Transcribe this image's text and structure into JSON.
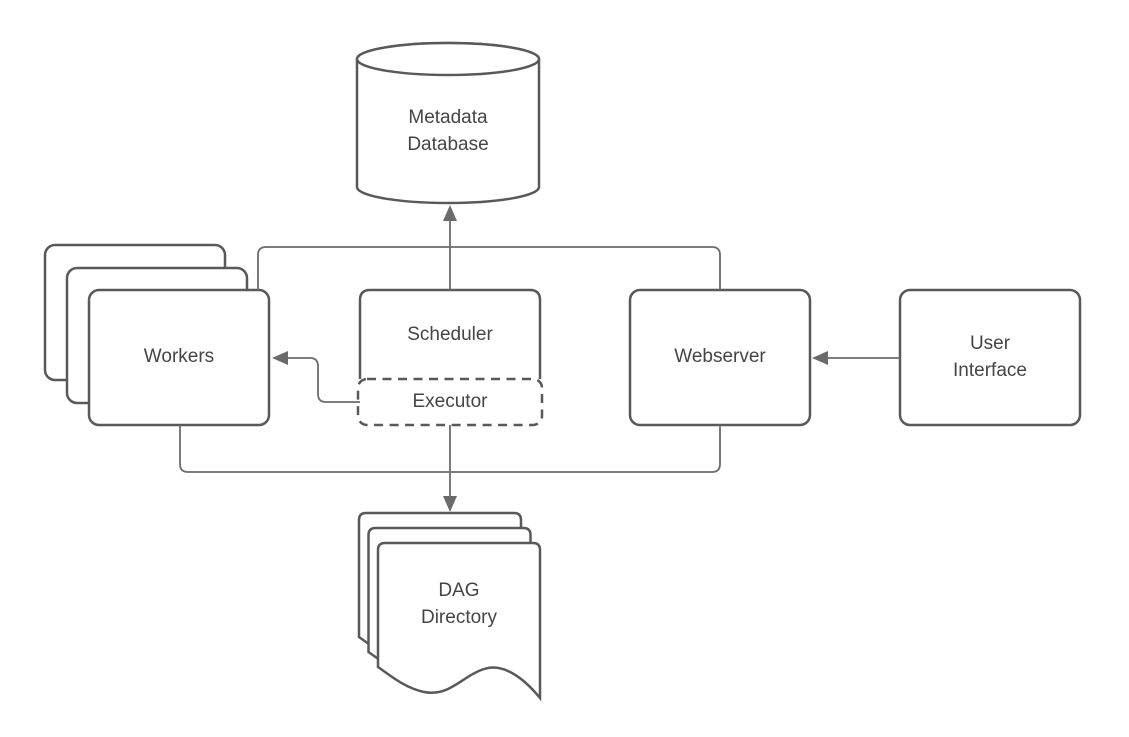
{
  "diagram": {
    "kind": "architecture-diagram",
    "nodes": {
      "metadata_database": {
        "label": "Metadata\nDatabase",
        "shape": "cylinder"
      },
      "workers": {
        "label": "Workers",
        "shape": "stacked-rounded-rectangles",
        "stack_count": 3
      },
      "scheduler": {
        "label": "Scheduler",
        "shape": "rounded-rectangle"
      },
      "executor": {
        "label": "Executor",
        "shape": "dashed-rounded-rectangle",
        "nested_in": "scheduler"
      },
      "webserver": {
        "label": "Webserver",
        "shape": "rounded-rectangle"
      },
      "user_interface": {
        "label": "User\nInterface",
        "shape": "rounded-rectangle"
      },
      "dag_directory": {
        "label": "DAG\nDirectory",
        "shape": "stacked-documents",
        "stack_count": 3
      }
    },
    "edges": [
      {
        "from": "scheduler",
        "to": "metadata_database",
        "arrowhead": "to"
      },
      {
        "from": "workers",
        "to": "metadata_database",
        "arrowhead": "shared-bus"
      },
      {
        "from": "webserver",
        "to": "metadata_database",
        "arrowhead": "shared-bus"
      },
      {
        "from": "executor",
        "to": "workers",
        "arrowhead": "to"
      },
      {
        "from": "user_interface",
        "to": "webserver",
        "arrowhead": "to"
      },
      {
        "from": "executor",
        "to": "dag_directory",
        "arrowhead": "to"
      },
      {
        "from": "workers",
        "to": "dag_directory",
        "arrowhead": "shared-bus"
      },
      {
        "from": "webserver",
        "to": "dag_directory",
        "arrowhead": "shared-bus"
      }
    ],
    "colors": {
      "shape-stroke": "#595959",
      "connector": "#6b6b6b",
      "text": "#454545",
      "background": "#ffffff"
    }
  }
}
